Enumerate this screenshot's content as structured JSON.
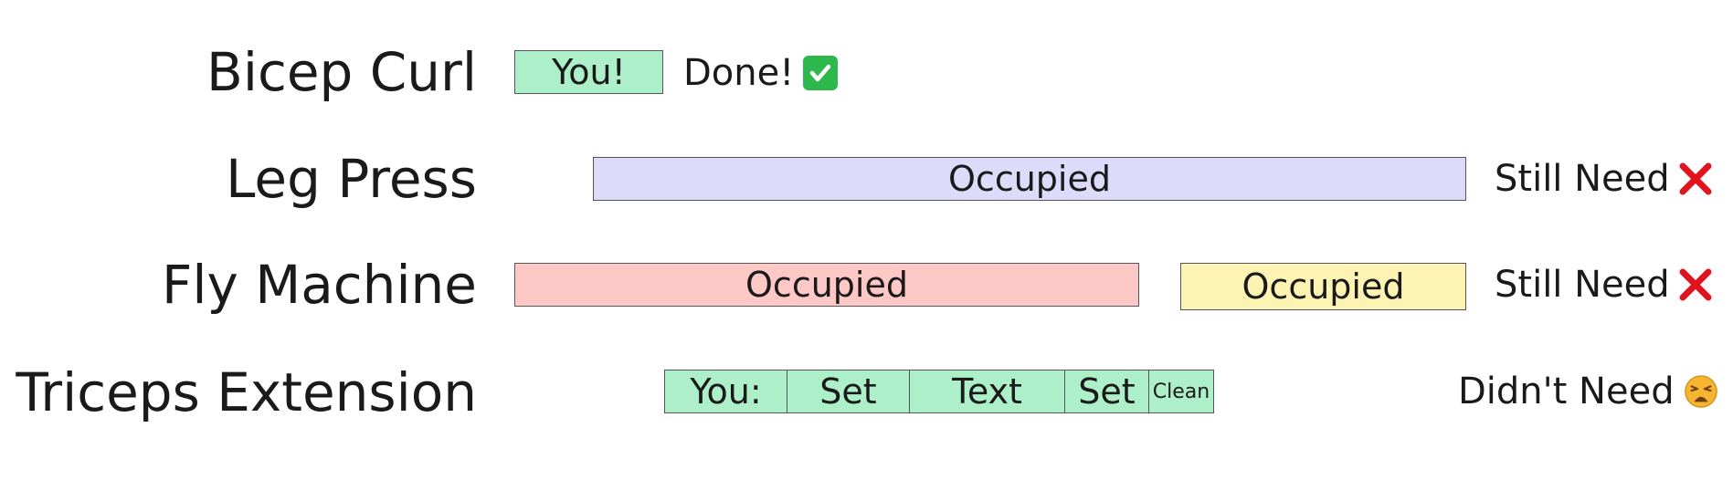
{
  "colors": {
    "green": "#acefc8",
    "lavender": "#dedaf9",
    "pink": "#fec8c6",
    "yellow": "#fdf3b3",
    "check": "#2db84b",
    "cross": "#e0141e",
    "face": "#f5b531"
  },
  "rows": [
    {
      "label": "Bicep Curl",
      "bars": [
        {
          "text": "You!"
        }
      ],
      "status": {
        "text": "Done!",
        "icon": "check-mark-icon"
      }
    },
    {
      "label": "Leg Press",
      "bars": [
        {
          "text": "Occupied"
        }
      ],
      "status": {
        "text": "Still Need",
        "icon": "red-x-icon"
      }
    },
    {
      "label": "Fly Machine",
      "bars": [
        {
          "text": "Occupied"
        },
        {
          "text": "Occupied"
        }
      ],
      "status": {
        "text": "Still Need",
        "icon": "red-x-icon"
      }
    },
    {
      "label": "Triceps Extension",
      "segments": [
        "You:",
        "Set",
        "Text",
        "Set",
        "Clean"
      ],
      "status": {
        "text": "Didn't Need",
        "icon": "weary-face-icon"
      }
    }
  ]
}
